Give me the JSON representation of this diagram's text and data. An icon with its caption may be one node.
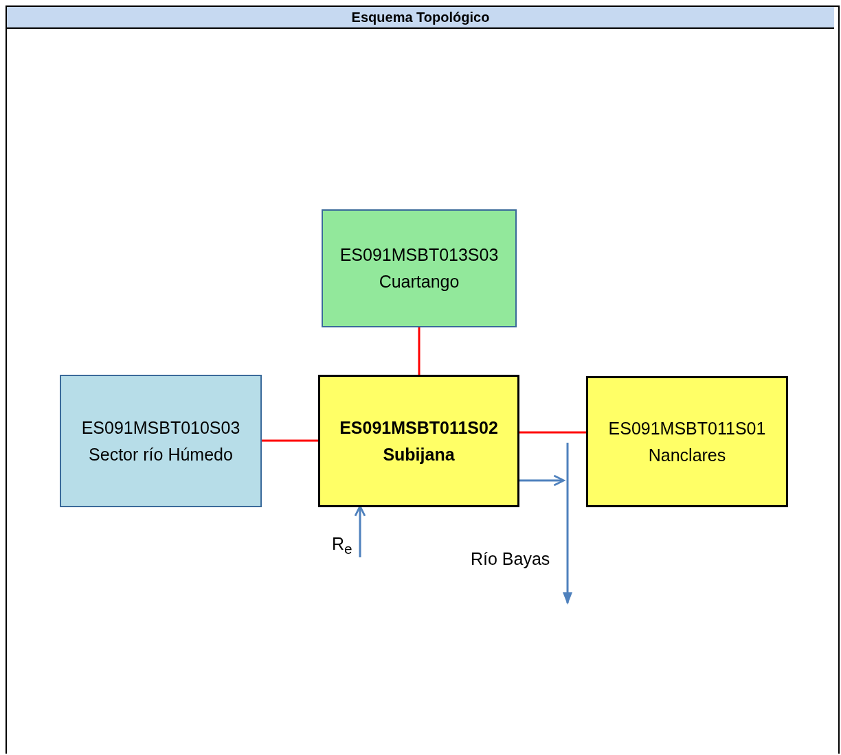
{
  "diagram": {
    "title": "Esquema Topológico",
    "nodes": [
      {
        "text": [
          "ES091MSBT013S03",
          "Cuartango"
        ]
      },
      {
        "text": [
          "ES091MSBT010S03",
          "Sector río Húmedo"
        ]
      },
      {
        "text": [
          "ES091MSBT011S02",
          "Subijana"
        ]
      },
      {
        "text": [
          "ES091MSBT011S01",
          "Nanclares"
        ]
      },
      {
        "text": [],
        "shape": "bar"
      }
    ],
    "edges": [
      {
        "from": 0,
        "to": 2,
        "arrow": "none"
      },
      {
        "from": 1,
        "to": 2,
        "arrow": "none"
      },
      {
        "from": 2,
        "to": 3,
        "arrow": "none"
      },
      {
        "from": null,
        "to": 2,
        "arrow": "to",
        "color": "#4f81bd"
      },
      {
        "from": 2,
        "to": 4,
        "arrow": "to",
        "color": "#4f81bd"
      }
    ],
    "labels": [
      "R$_{e}$",
      "Río Bayas"
    ]
  }
}
